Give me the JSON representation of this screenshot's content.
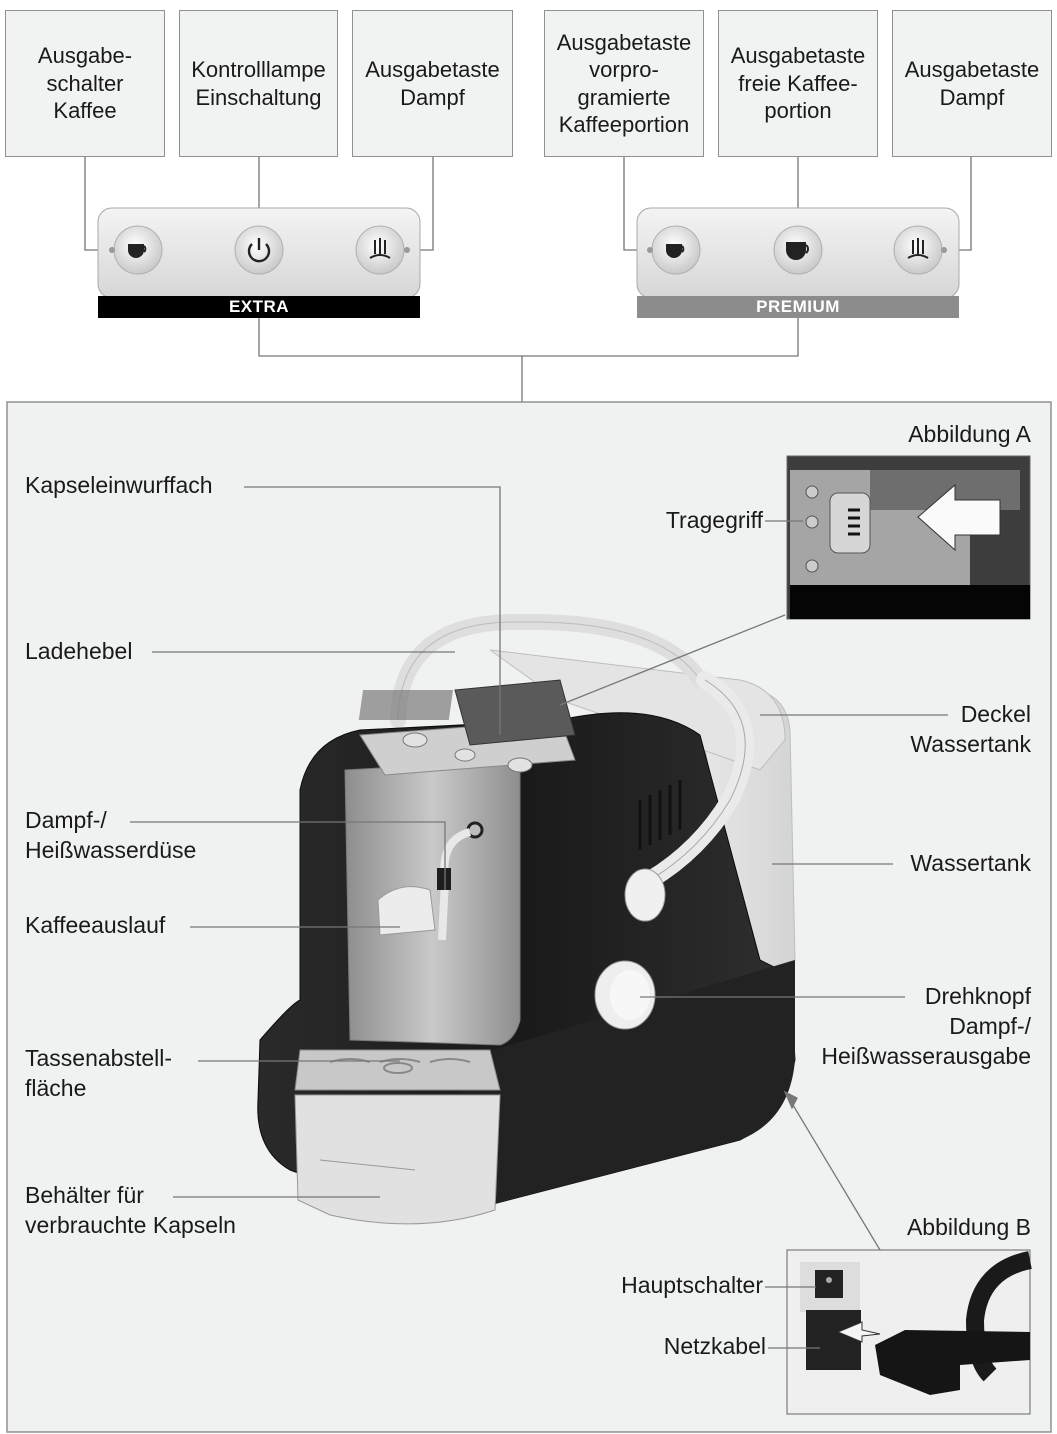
{
  "top_labels": [
    "Ausgabe-\nschalter\nKaffee",
    "Kontrolllampe\nEinschaltung",
    "Ausgabetaste\nDampf",
    "Ausgabetaste\nvorpro-\ngramierte\nKaffeeportion",
    "Ausgabetaste\nfreie Kaffee-\nportion",
    "Ausgabetaste\nDampf"
  ],
  "panels": {
    "extra": "EXTRA",
    "premium": "PREMIUM"
  },
  "figures": {
    "a": "Abbildung A",
    "b": "Abbildung B"
  },
  "left_labels": [
    "Kapseleinwurffach",
    "Ladehebel",
    "Dampf-/\nHeißwasserdüse",
    "Kaffeeauslauf",
    "Tassenabstell-\nfläche",
    "Behälter für\nverbrauchte Kapseln"
  ],
  "right_labels": [
    "Tragegriff",
    "Deckel\nWassertank",
    "Wassertank",
    "Drehknopf\nDampf-/\nHeißwasserausgabe",
    "Hauptschalter",
    "Netzkabel"
  ],
  "colors": {
    "box_fill": "#f1f3f3",
    "extra_strip": "#000000",
    "premium_strip": "#8c8c8c",
    "leader": "#777777"
  }
}
